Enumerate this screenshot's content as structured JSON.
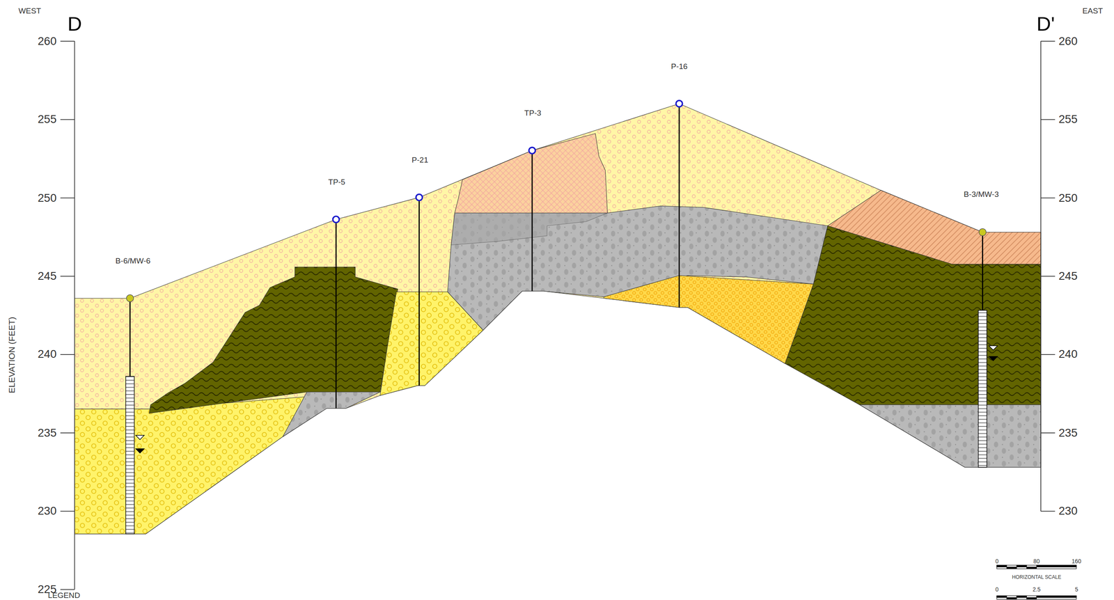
{
  "diagram": {
    "labels": [
      "WEST",
      "D",
      "EAST",
      "D'",
      "260",
      "255",
      "250",
      "245",
      "240",
      "235",
      "230",
      "225",
      "ELEVATION (FEET)",
      "260",
      "255",
      "250",
      "245",
      "240",
      "235",
      "230",
      "B-6/MW-6",
      "TP-5",
      "P-21",
      "TP-3",
      "P-16",
      "B-3/MW-3",
      "0",
      "80",
      "160",
      "HORIZONTAL SCALE",
      "0",
      "2.5",
      "5",
      "LEGEND"
    ]
  }
}
